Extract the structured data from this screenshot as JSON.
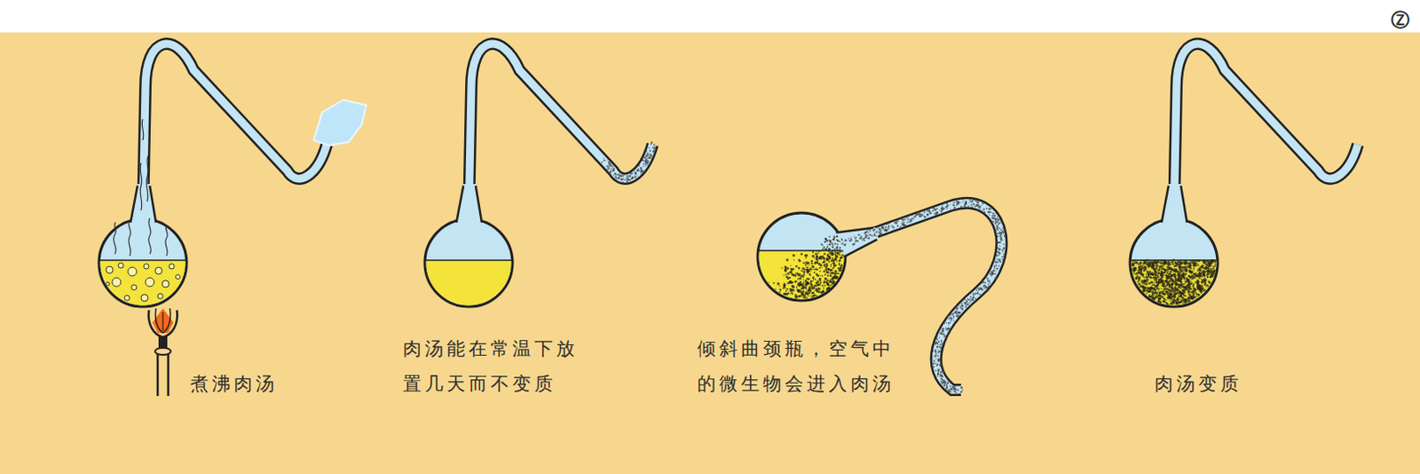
{
  "diagram": {
    "labels": [
      "煮沸肉汤",
      "肉汤能在常温下放置几天而不变质",
      "倾斜曲颈瓶，空气中的微生物会进入肉汤",
      "肉汤变质",
      "Ⓩ"
    ]
  }
}
